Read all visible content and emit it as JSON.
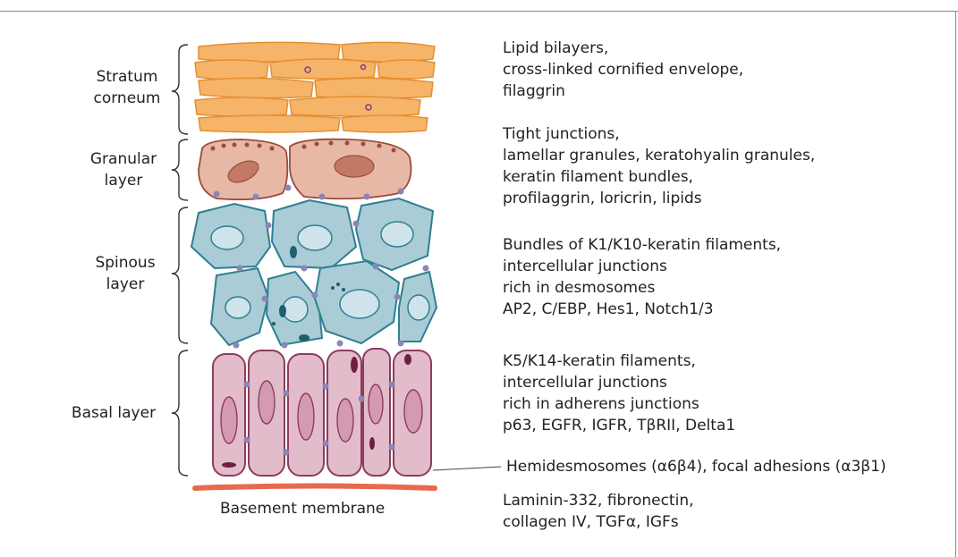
{
  "layers": {
    "stratum_corneum": [
      "Stratum",
      "corneum"
    ],
    "granular": [
      "Granular",
      "layer"
    ],
    "spinous": [
      "Spinous",
      "layer"
    ],
    "basal": [
      "Basal layer"
    ]
  },
  "descriptions": {
    "corneum": [
      "Lipid bilayers,",
      "cross-linked cornified envelope,",
      "filaggrin"
    ],
    "granular": [
      "Tight junctions,",
      "lamellar granules, keratohyalin granules,",
      "keratin filament bundles,",
      "profilaggrin, loricrin, lipids"
    ],
    "spinous": [
      "Bundles of K1/K10-keratin filaments,",
      "intercellular junctions",
      "rich in desmosomes",
      "AP2, C/EBP, Hes1, Notch1/3"
    ],
    "basal": [
      "K5/K14-keratin filaments,",
      "intercellular junctions",
      "rich in adherens junctions",
      "p63, EGFR, IGFR, TβRII, Delta1"
    ],
    "hemidesmosomes": "Hemidesmosomes (α6β4), focal adhesions (α3β1)",
    "basement": [
      "Laminin-332, fibronectin,",
      "collagen IV, TGFα, IGFs"
    ]
  },
  "basement_membrane_label": "Basement membrane",
  "colors": {
    "corneum": "#f6b469",
    "corneum_stroke": "#e48f30",
    "granular": "#e8b8a6",
    "granular_stroke": "#9b4c3a",
    "spinous": "#a9ccd6",
    "spinous_stroke": "#2f7f92",
    "basal": "#e2bccb",
    "basal_stroke": "#8c3d5e",
    "basement": "#e8694e",
    "junction": "#8a86b8"
  }
}
